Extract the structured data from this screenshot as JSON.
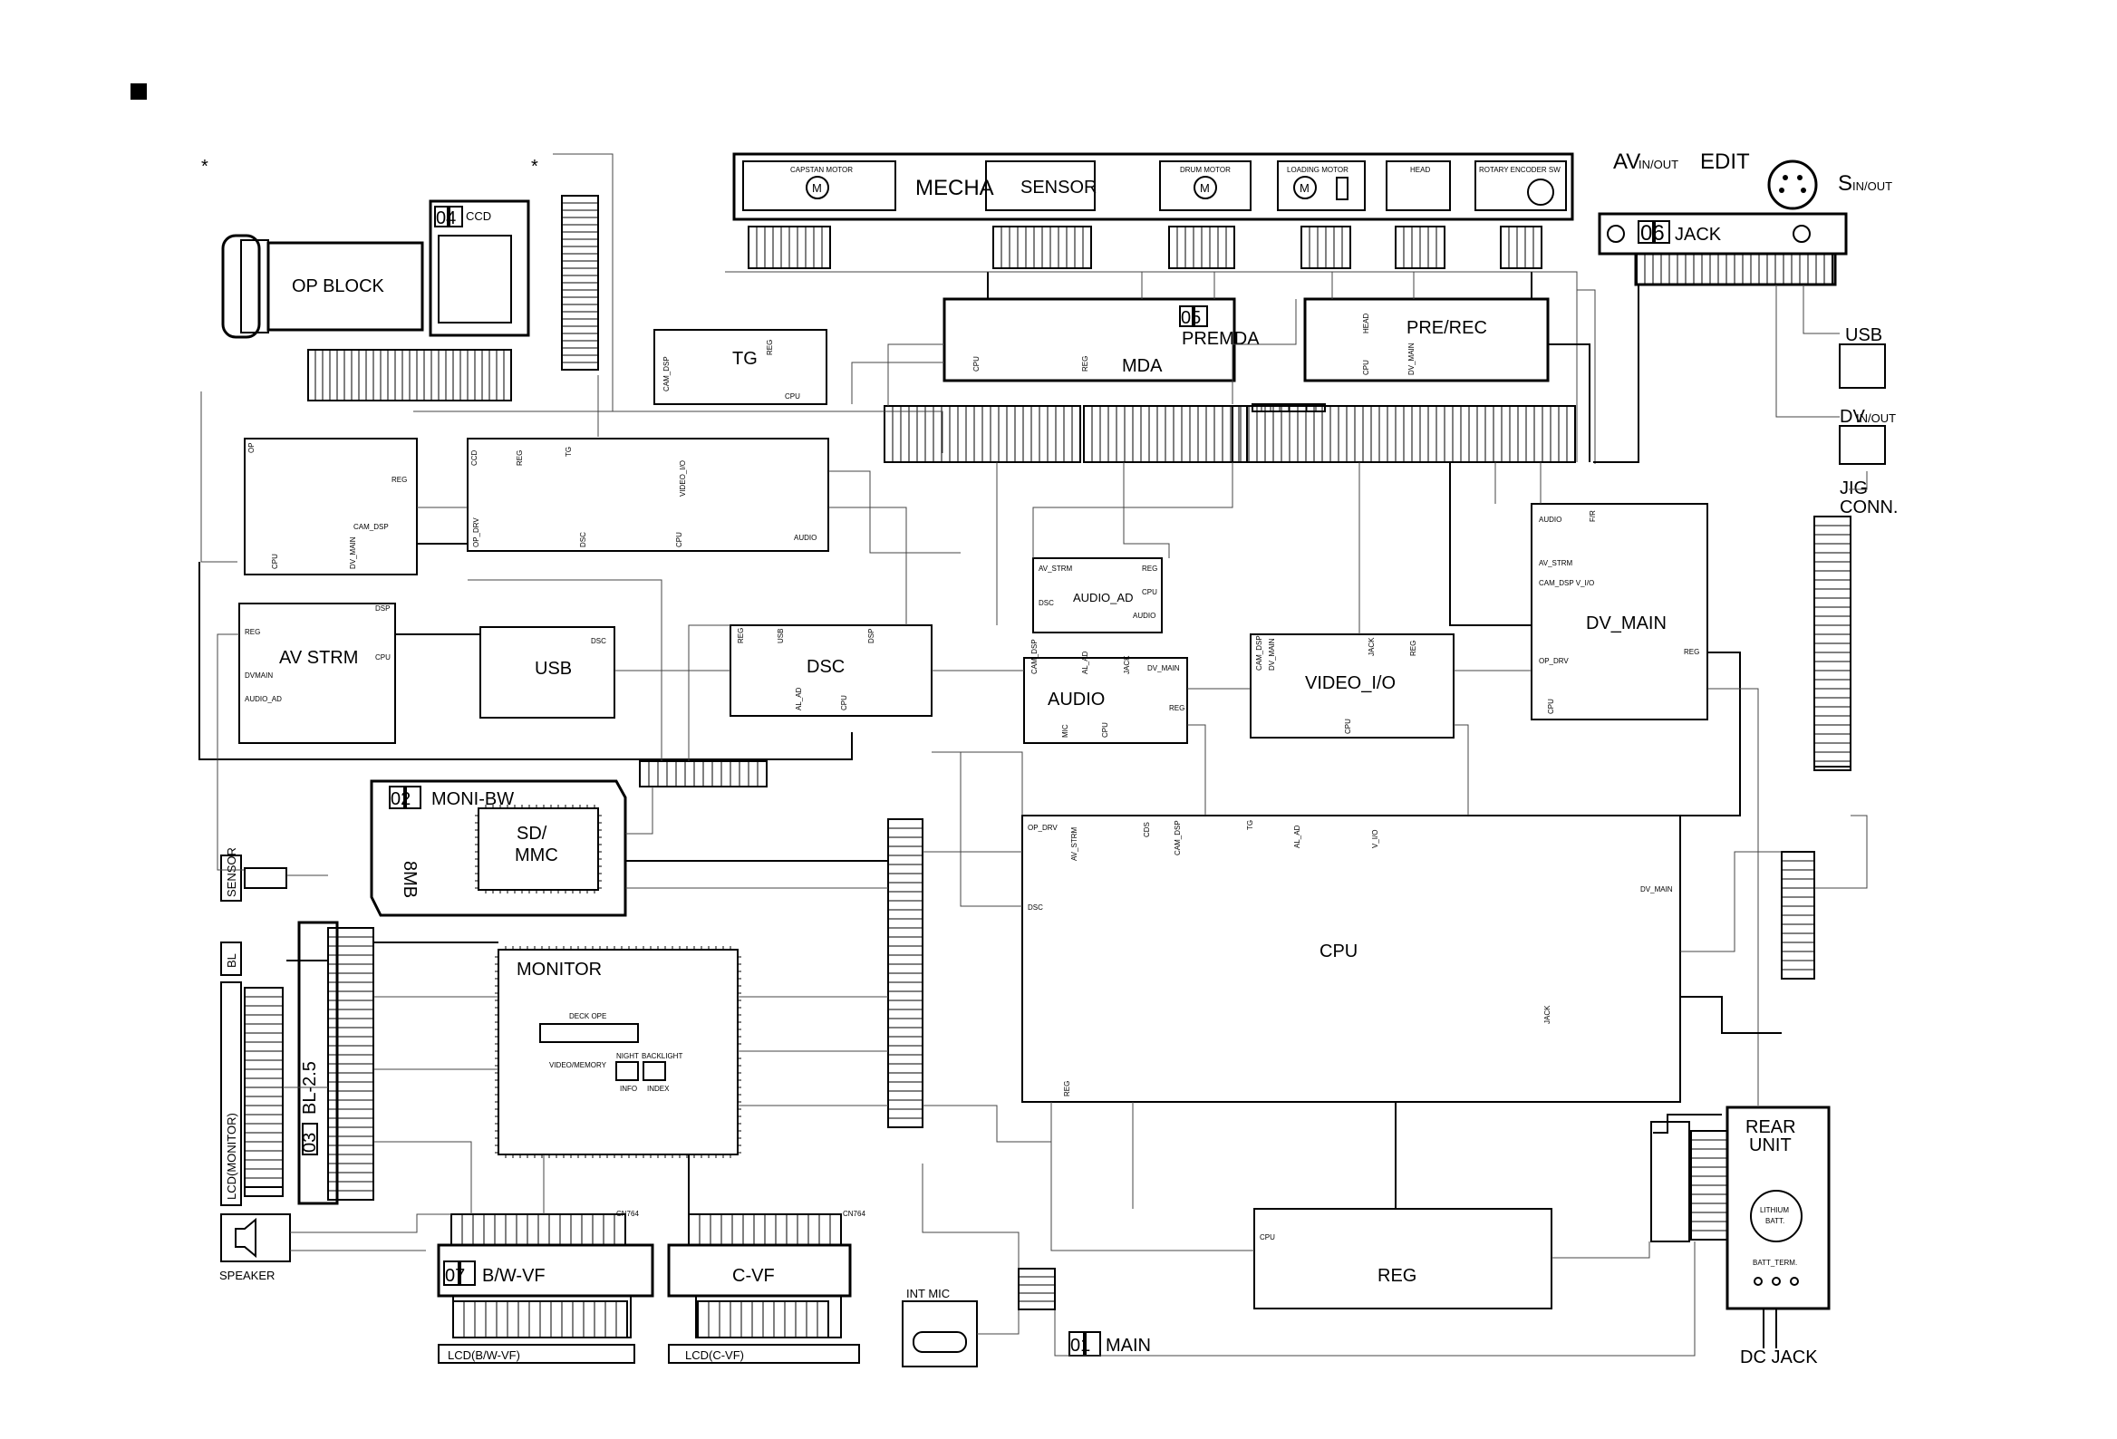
{
  "section_mark": "■",
  "asterisk": "*",
  "mecha": {
    "label": "MECHA",
    "capstan_motor": "CAPSTAN MOTOR",
    "sensor": "SENSOR",
    "drum_motor": "DRUM MOTOR",
    "loading_motor": "LOADING MOTOR",
    "head": "HEAD",
    "rotary_encoder": "ROTARY ENCODER SW",
    "motor_symbol": "M"
  },
  "jack_board": {
    "num": "06",
    "label": "JACK",
    "av": "AV",
    "av_sub": "IN/OUT",
    "edit": "EDIT",
    "s": "S",
    "s_sub": "IN/OUT",
    "usb": "USB",
    "dv": "DV",
    "dv_sub": "IN/OUT",
    "jig": "JIG",
    "jig2": "CONN."
  },
  "ccd": {
    "num": "04",
    "label": "CCD"
  },
  "op_block": {
    "label": "OP BLOCK"
  },
  "premda": {
    "num": "05",
    "label": "PREMDA",
    "mda": "MDA",
    "prerec": "PRE/REC",
    "cpu": "CPU",
    "reg": "REG",
    "head": "HEAD",
    "dv_main": "DV_MAIN"
  },
  "main_blocks": {
    "tg": "TG",
    "av_strm": "AV STRM",
    "usb": "USB",
    "dsc": "DSC",
    "audio": "AUDIO",
    "audio_ad": "AUDIO_AD",
    "video_io": "VIDEO_I/O",
    "dv_main": "DV_MAIN",
    "cpu": "CPU",
    "reg": "REG"
  },
  "moni_bw": {
    "num": "02",
    "label": "MONI-BW",
    "sd": "SD/",
    "mmc": "MMC",
    "mb": "8MB"
  },
  "monitor": {
    "label": "MONITOR",
    "deck_ope": "DECK OPE",
    "video_memory": "VIDEO/MEMORY",
    "night": "NIGHT",
    "backlight": "BACKLIGHT",
    "info": "INFO",
    "index": "INDEX"
  },
  "lcd_monitor": {
    "label": "LCD(MONITOR)",
    "num": "03",
    "bl": "BL-2.5"
  },
  "left_side": {
    "sensor": "SENSOR",
    "bl": "BL"
  },
  "speaker": {
    "label": "SPEAKER"
  },
  "bw_vf": {
    "num": "07",
    "label": "B/W-VF",
    "lcd": "LCD(B/W-VF)"
  },
  "c_vf": {
    "label": "C-VF",
    "lcd": "LCD(C-VF)",
    "cn": "CN764"
  },
  "int_mic": {
    "label": "INT MIC"
  },
  "main_board": {
    "num": "01",
    "label": "MAIN"
  },
  "rear_unit": {
    "label": "REAR",
    "label2": "UNIT",
    "lithium": "LITHIUM",
    "batt": "BATT.",
    "batt_term": "BATT_TERM."
  },
  "dc_jack": {
    "label": "DC JACK"
  },
  "block_pins": {
    "cpu": "CPU",
    "reg": "REG",
    "dsc": "DSC",
    "dsp": "DSP",
    "op": "OP",
    "cam_dsp": "CAM_DSP",
    "dv_main": "DV_MAIN",
    "av_strm": "AV_STRM",
    "audio_ad": "AUDIO_AD",
    "dvmain": "DVMAIN",
    "ccd": "CCD",
    "op_drv": "OP_DRV",
    "video_io": "VIDEO_I/O",
    "audio": "AUDIO",
    "usb": "USB",
    "al_ad": "AL_AD",
    "jack": "JACK",
    "mic": "MIC",
    "v_io": "V_I/O",
    "cds": "CDS",
    "tg": "TG",
    "ful": "F/R",
    "camdsp_vio": "CAM_DSP V_I/O"
  }
}
